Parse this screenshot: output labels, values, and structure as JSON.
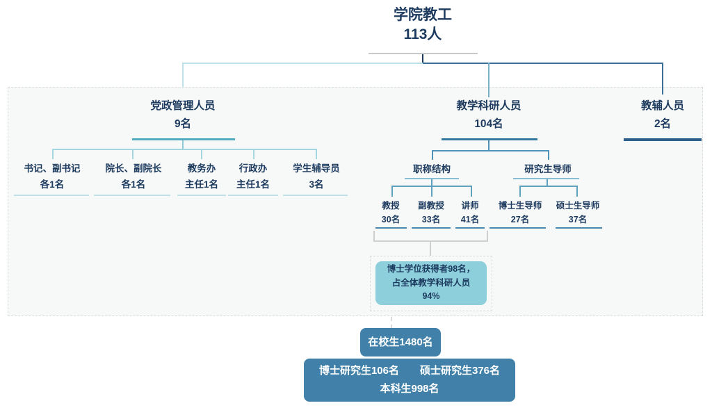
{
  "root": {
    "title": "学院教工",
    "count": "113人"
  },
  "admin": {
    "title": "党政管理人员",
    "count": "9名",
    "children": [
      {
        "role": "书记、副书记",
        "count": "各1名"
      },
      {
        "role": "院长、副院长",
        "count": "各1名"
      },
      {
        "role": "教务办",
        "count": "主任1名"
      },
      {
        "role": "行政办",
        "count": "主任1名"
      },
      {
        "role": "学生辅导员",
        "count": "3名"
      }
    ]
  },
  "teaching": {
    "title": "教学科研人员",
    "count": "104名",
    "groups": [
      {
        "title": "职称结构",
        "children": [
          {
            "role": "教授",
            "count": "30名"
          },
          {
            "role": "副教授",
            "count": "33名"
          },
          {
            "role": "讲师",
            "count": "41名"
          }
        ]
      },
      {
        "title": "研究生导师",
        "children": [
          {
            "role": "博士生导师",
            "count": "27名"
          },
          {
            "role": "硕士生导师",
            "count": "37名"
          }
        ]
      }
    ]
  },
  "support": {
    "title": "教辅人员",
    "count": "2名"
  },
  "callout": {
    "line1": "博士学位获得者98名，",
    "line2": "占全体教学科研人员",
    "line3": "94%"
  },
  "students": {
    "total": "在校生1480名",
    "doctoral": "博士研究生106名",
    "masters": "硕士研究生376名",
    "undergrad": "本科生998名"
  },
  "colors": {
    "text": "#1c3a5e",
    "admin_accent": "#51abc0",
    "admin_light": "#a5d6e0",
    "teaching_accent": "#33789f",
    "teaching_mid": "#4f93b8",
    "support_accent": "#2d5f8c",
    "callout_fill": "#8ecfdc",
    "student_box_fill": "#4181a9",
    "title_rule_gray": "#c9c9c9",
    "panel_background": "#f7f8f8",
    "dashed_border": "#d9dcdd"
  }
}
